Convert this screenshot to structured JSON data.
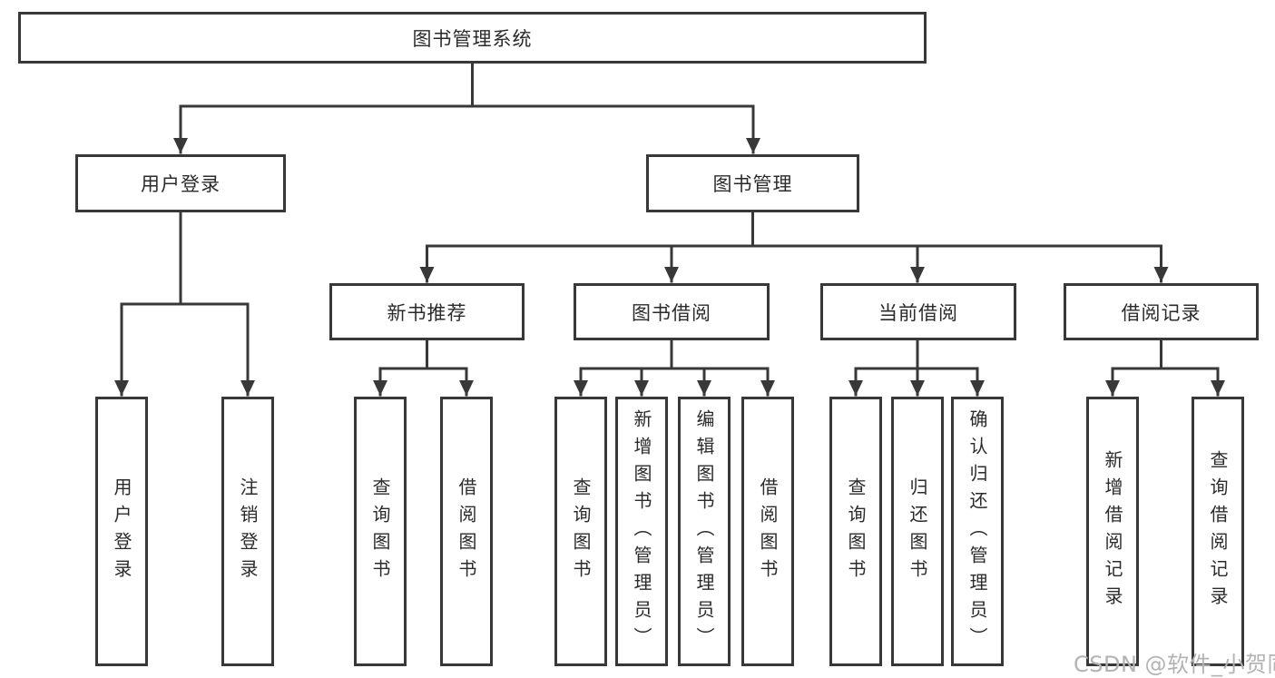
{
  "tree": {
    "root": {
      "label": "图书管理系统"
    },
    "branches": [
      {
        "label": "用户登录",
        "children": [
          {
            "label": "用户登录"
          },
          {
            "label": "注销登录"
          }
        ]
      },
      {
        "label": "图书管理",
        "children": [
          {
            "label": "新书推荐",
            "children": [
              {
                "label": "查询图书"
              },
              {
                "label": "借阅图书"
              }
            ]
          },
          {
            "label": "图书借阅",
            "children": [
              {
                "label": "查询图书"
              },
              {
                "label": "新增图书（管理员）"
              },
              {
                "label": "编辑图书（管理员）"
              },
              {
                "label": "借阅图书"
              }
            ]
          },
          {
            "label": "当前借阅",
            "children": [
              {
                "label": "查询图书"
              },
              {
                "label": "归还图书"
              },
              {
                "label": "确认归还（管理员）"
              }
            ]
          },
          {
            "label": "借阅记录",
            "children": [
              {
                "label": "新增借阅记录"
              },
              {
                "label": "查询借阅记录"
              }
            ]
          }
        ]
      }
    ]
  },
  "watermark": {
    "text": "CSDN @软件_小贺同学"
  },
  "colors": {
    "line": "#383838",
    "box_border": "#383838",
    "text": "#2b2b2b",
    "watermark": "#b3b3b3",
    "background": "#ffffff"
  }
}
